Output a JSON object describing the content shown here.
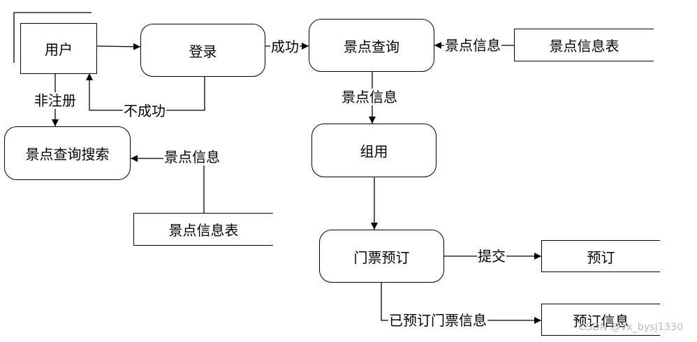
{
  "diagram": {
    "nodes": {
      "user": "用户",
      "login": "登录",
      "spot_query": "景点查询",
      "spot_table_top": "景点信息表",
      "spot_search": "景点查询搜索",
      "spot_table_bottom": "景点信息表",
      "compose": "组用",
      "ticket_booking": "门票预订",
      "booking": "预订",
      "booking_info": "预订信息"
    },
    "edges": {
      "success": "成功",
      "spot_info_in_top": "景点信息",
      "not_registered": "非注册",
      "failure": "不成功",
      "spot_info_down": "景点信息",
      "spot_info_in_bottom": "景点信息",
      "submit": "提交",
      "booked_ticket_info": "已预订门票信息"
    }
  },
  "watermark": "CSDN @vx_bysj1330"
}
